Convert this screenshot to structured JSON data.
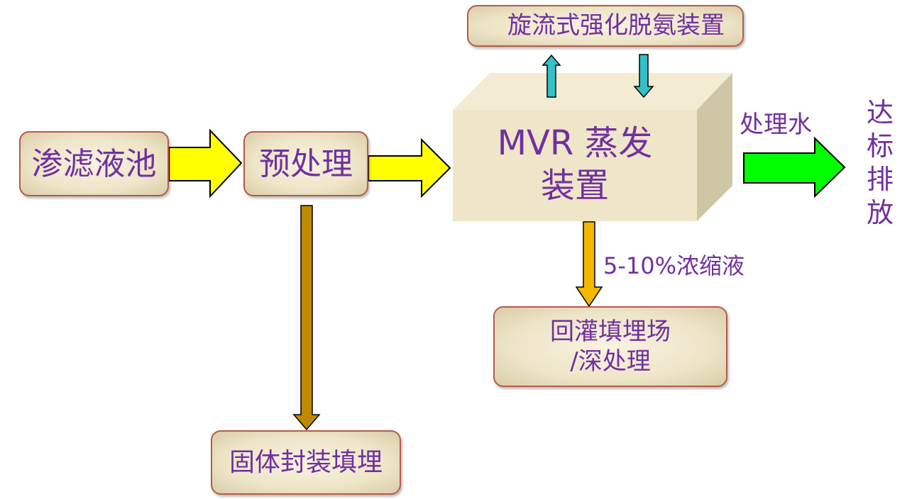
{
  "nodes": {
    "leachate_pool": "渗滤液池",
    "pretreatment": "预处理",
    "stripping_device": "旋流式强化脱氨装置",
    "mvr_line1": "MVR 蒸发",
    "mvr_line2": "装置",
    "reinjection_line1": "回灌填埋场",
    "reinjection_line2": "/深处理",
    "solid_landfill": "固体封装填埋"
  },
  "labels": {
    "treated_water": "处理水",
    "discharge": [
      "达",
      "标",
      "排",
      "放"
    ],
    "concentrate": "5-10%浓缩液"
  },
  "colors": {
    "text": "#7030a0",
    "yellow_arrow": "#ffff00",
    "green_arrow": "#00ff00",
    "cyan_arrow": "#33c0c8",
    "gold_arrow": "#f5b800",
    "brown_arrow": "#c08a00"
  }
}
